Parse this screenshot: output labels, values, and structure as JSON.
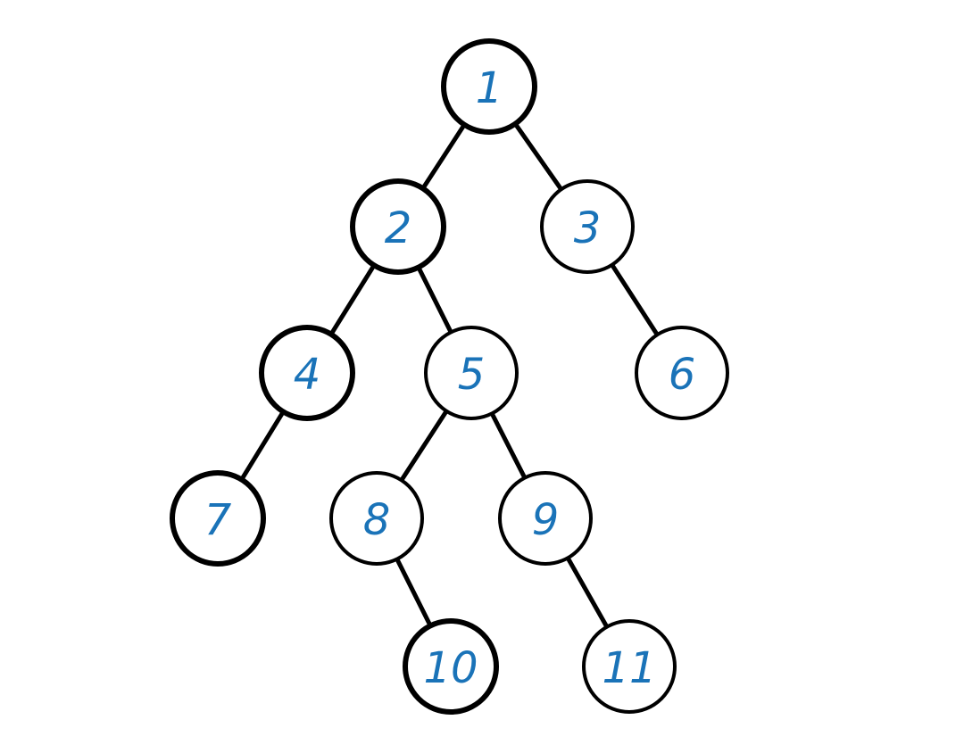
{
  "diagram": {
    "type": "binary-tree",
    "colors": {
      "label": "#1a73b8",
      "stroke": "#000000",
      "fill": "#ffffff"
    },
    "nodes": [
      {
        "id": "1",
        "label": "1",
        "bold": true
      },
      {
        "id": "2",
        "label": "2",
        "bold": true
      },
      {
        "id": "3",
        "label": "3",
        "bold": false
      },
      {
        "id": "4",
        "label": "4",
        "bold": true
      },
      {
        "id": "5",
        "label": "5",
        "bold": false
      },
      {
        "id": "6",
        "label": "6",
        "bold": false
      },
      {
        "id": "7",
        "label": "7",
        "bold": true
      },
      {
        "id": "8",
        "label": "8",
        "bold": false
      },
      {
        "id": "9",
        "label": "9",
        "bold": false
      },
      {
        "id": "10",
        "label": "10",
        "bold": true
      },
      {
        "id": "11",
        "label": "11",
        "bold": false
      }
    ],
    "edges": [
      {
        "from": "1",
        "to": "2"
      },
      {
        "from": "1",
        "to": "3"
      },
      {
        "from": "2",
        "to": "4"
      },
      {
        "from": "2",
        "to": "5"
      },
      {
        "from": "3",
        "to": "6"
      },
      {
        "from": "4",
        "to": "7"
      },
      {
        "from": "5",
        "to": "8"
      },
      {
        "from": "5",
        "to": "9"
      },
      {
        "from": "8",
        "to": "10"
      },
      {
        "from": "9",
        "to": "11"
      }
    ]
  }
}
